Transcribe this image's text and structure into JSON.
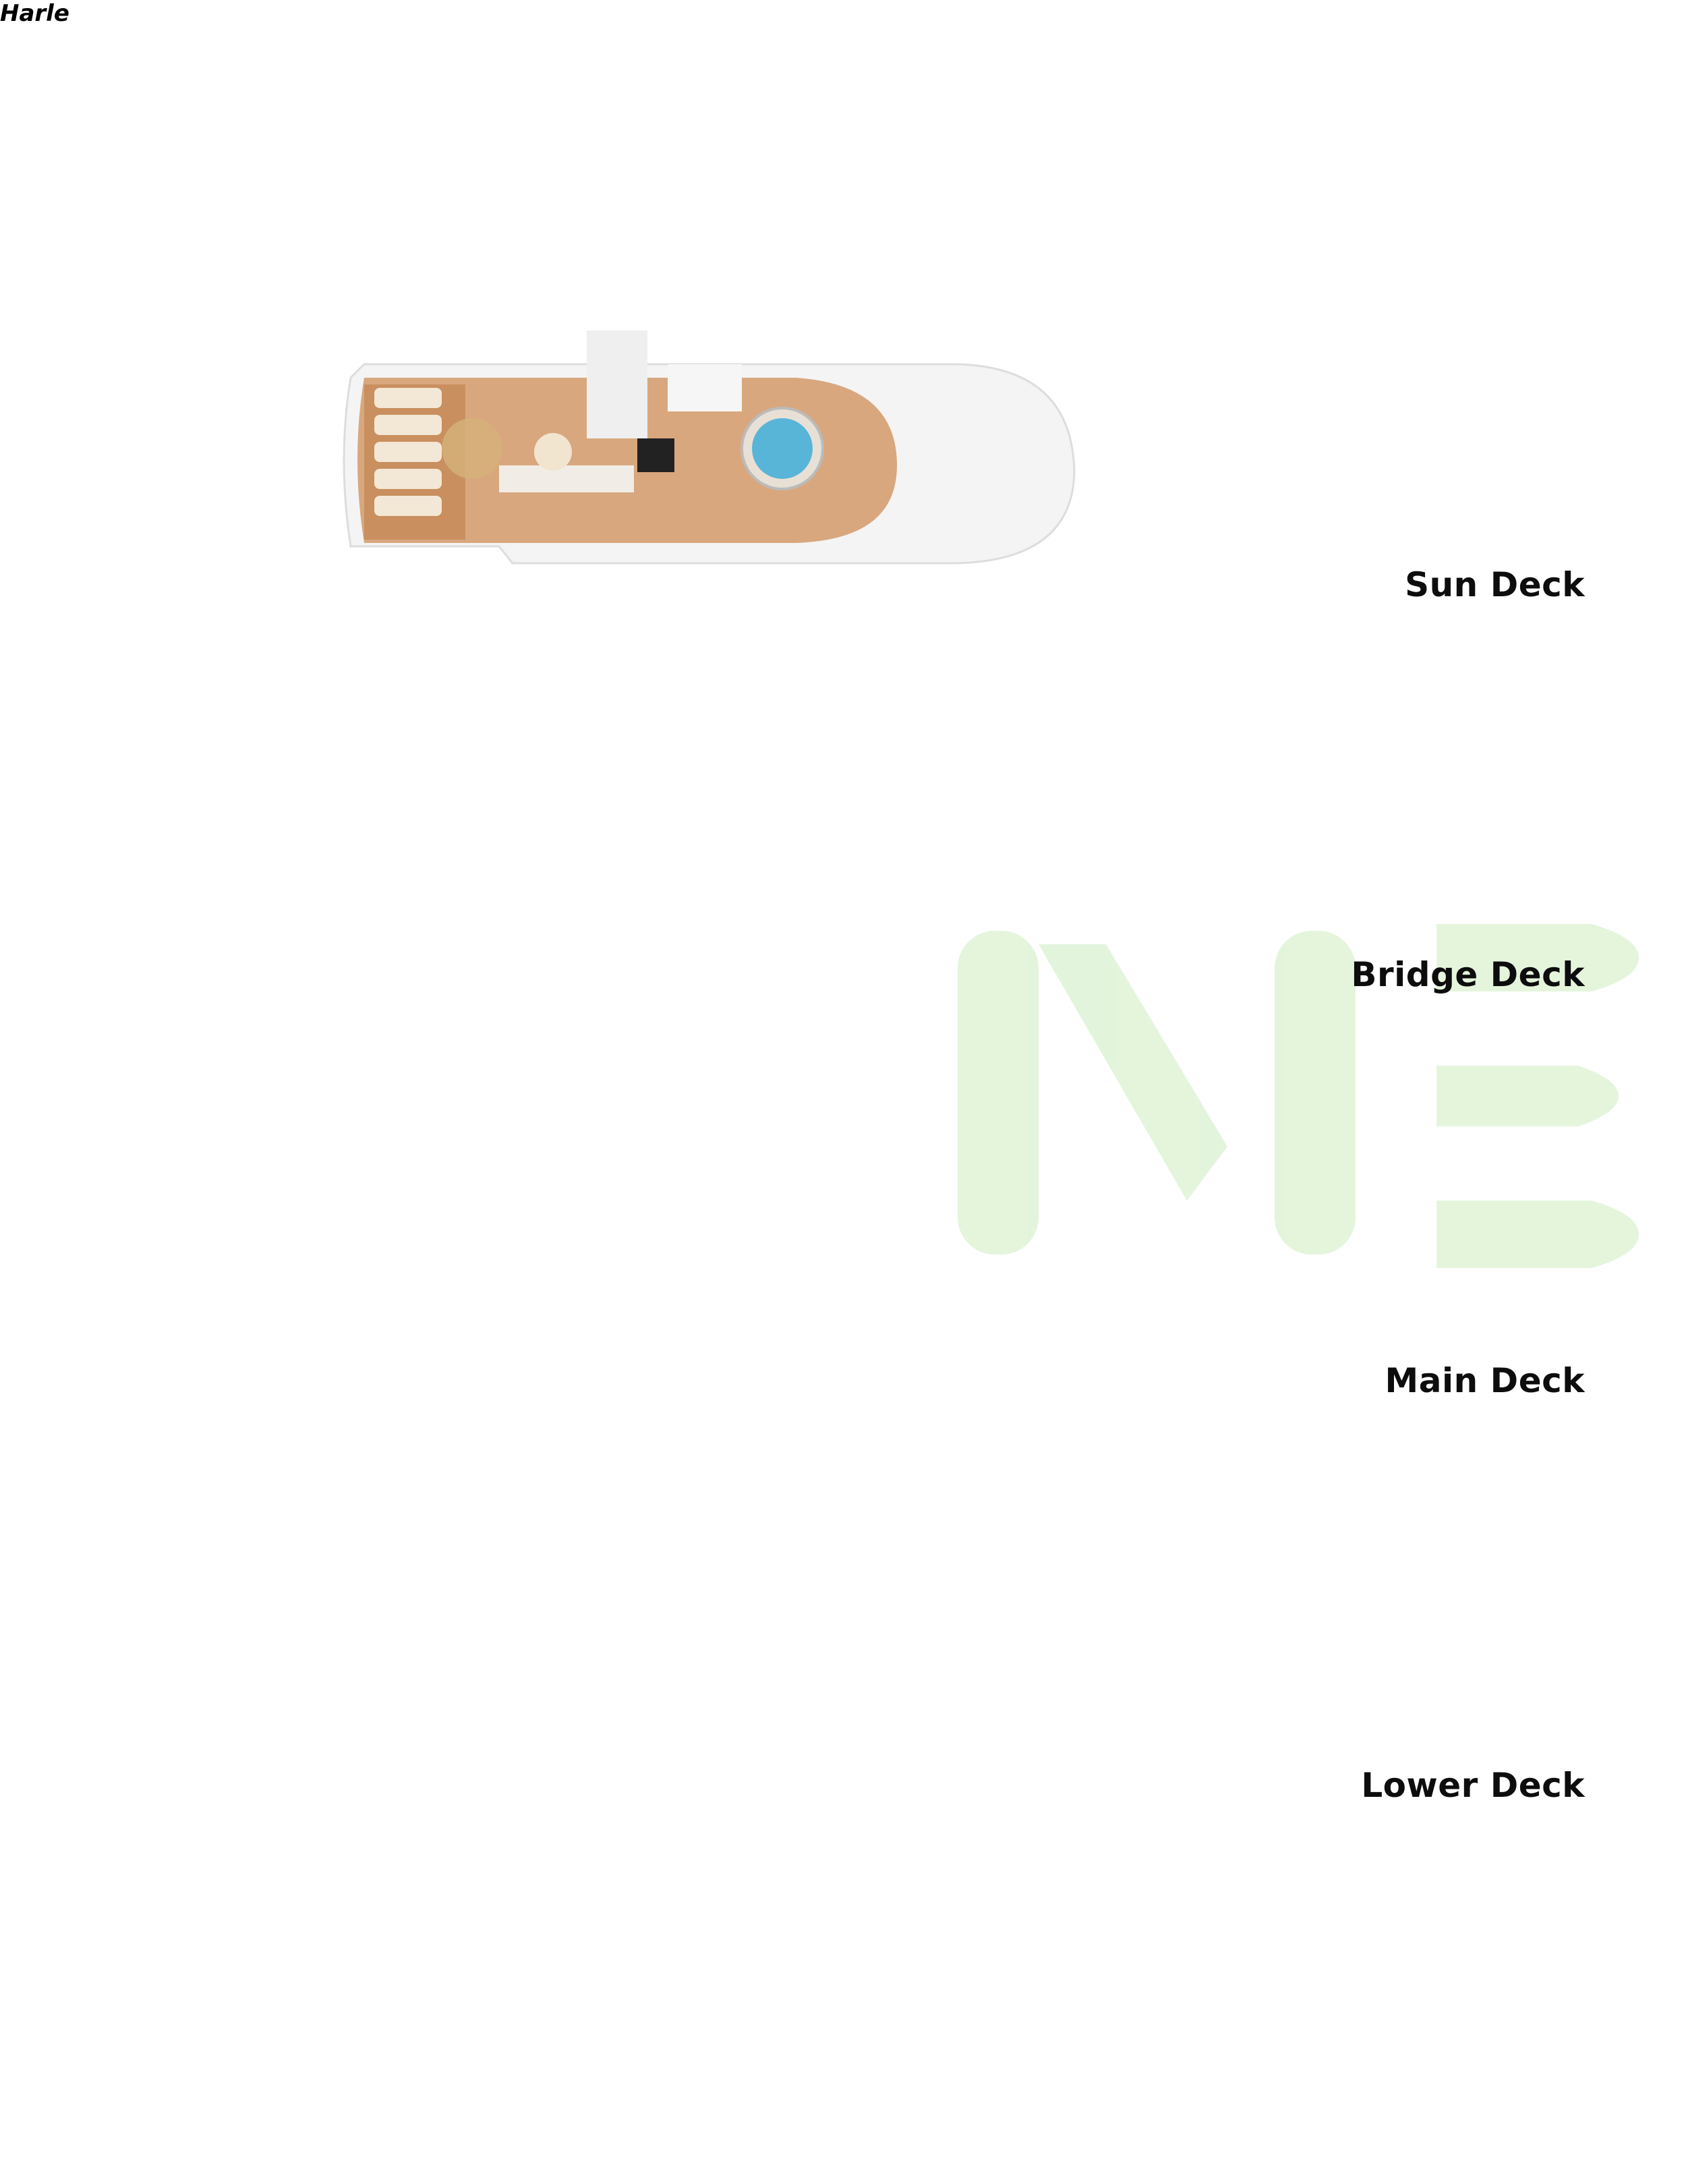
{
  "decks": [
    {
      "label": "Sun Deck"
    },
    {
      "label": "Bridge Deck"
    },
    {
      "label": "Main Deck"
    },
    {
      "label": "Lower Deck"
    }
  ],
  "hull_name": "Harle",
  "watermark_text": "ME",
  "colors": {
    "wood": "#d9a77e",
    "teak": "#c98f5e",
    "hull": "#f4f4f4",
    "watermark": "#dff3d6",
    "label": "#0d0d0d",
    "window": "#1f2f3d"
  }
}
